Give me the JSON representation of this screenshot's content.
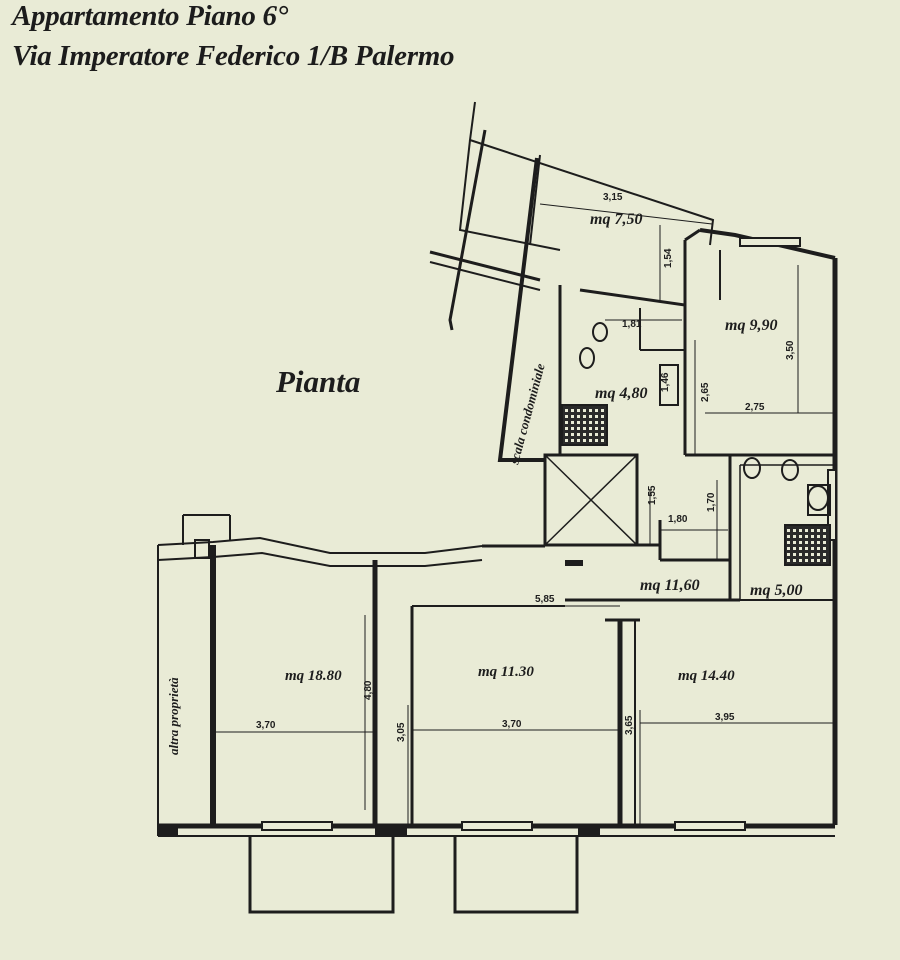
{
  "header": {
    "line1": "Appartamento Piano 6°",
    "line2": "Via Imperatore Federico 1/B Palermo"
  },
  "plan": {
    "title": "Pianta",
    "labels": {
      "stair": "scala condominiale",
      "other": "altra proprietà"
    },
    "rooms": {
      "terrace": "mq 7,50",
      "bedroom_top": "mq 9,90",
      "bath_small": "mq 4,80",
      "hall": "mq 11,60",
      "bath_right": "mq 5,00",
      "room_left": "mq 18.80",
      "room_mid": "mq 11.30",
      "room_right": "mq 14.40"
    },
    "dims": {
      "terrace_w": "3,15",
      "terrace_h": "1,54",
      "bath_w": "1,81",
      "bath_h": "1,46",
      "corr_h": "2,65",
      "bed_w": "2,75",
      "bed_h": "3,50",
      "shaft_h": "1,55",
      "shaft_w": "1,80",
      "hall_h": "1,70",
      "hall_w": "5,85",
      "left_h": "4,80",
      "left_w": "3,70",
      "mid_h": "3,05",
      "mid_w": "3,70",
      "right_h": "3,65",
      "right_w": "3,95"
    }
  }
}
